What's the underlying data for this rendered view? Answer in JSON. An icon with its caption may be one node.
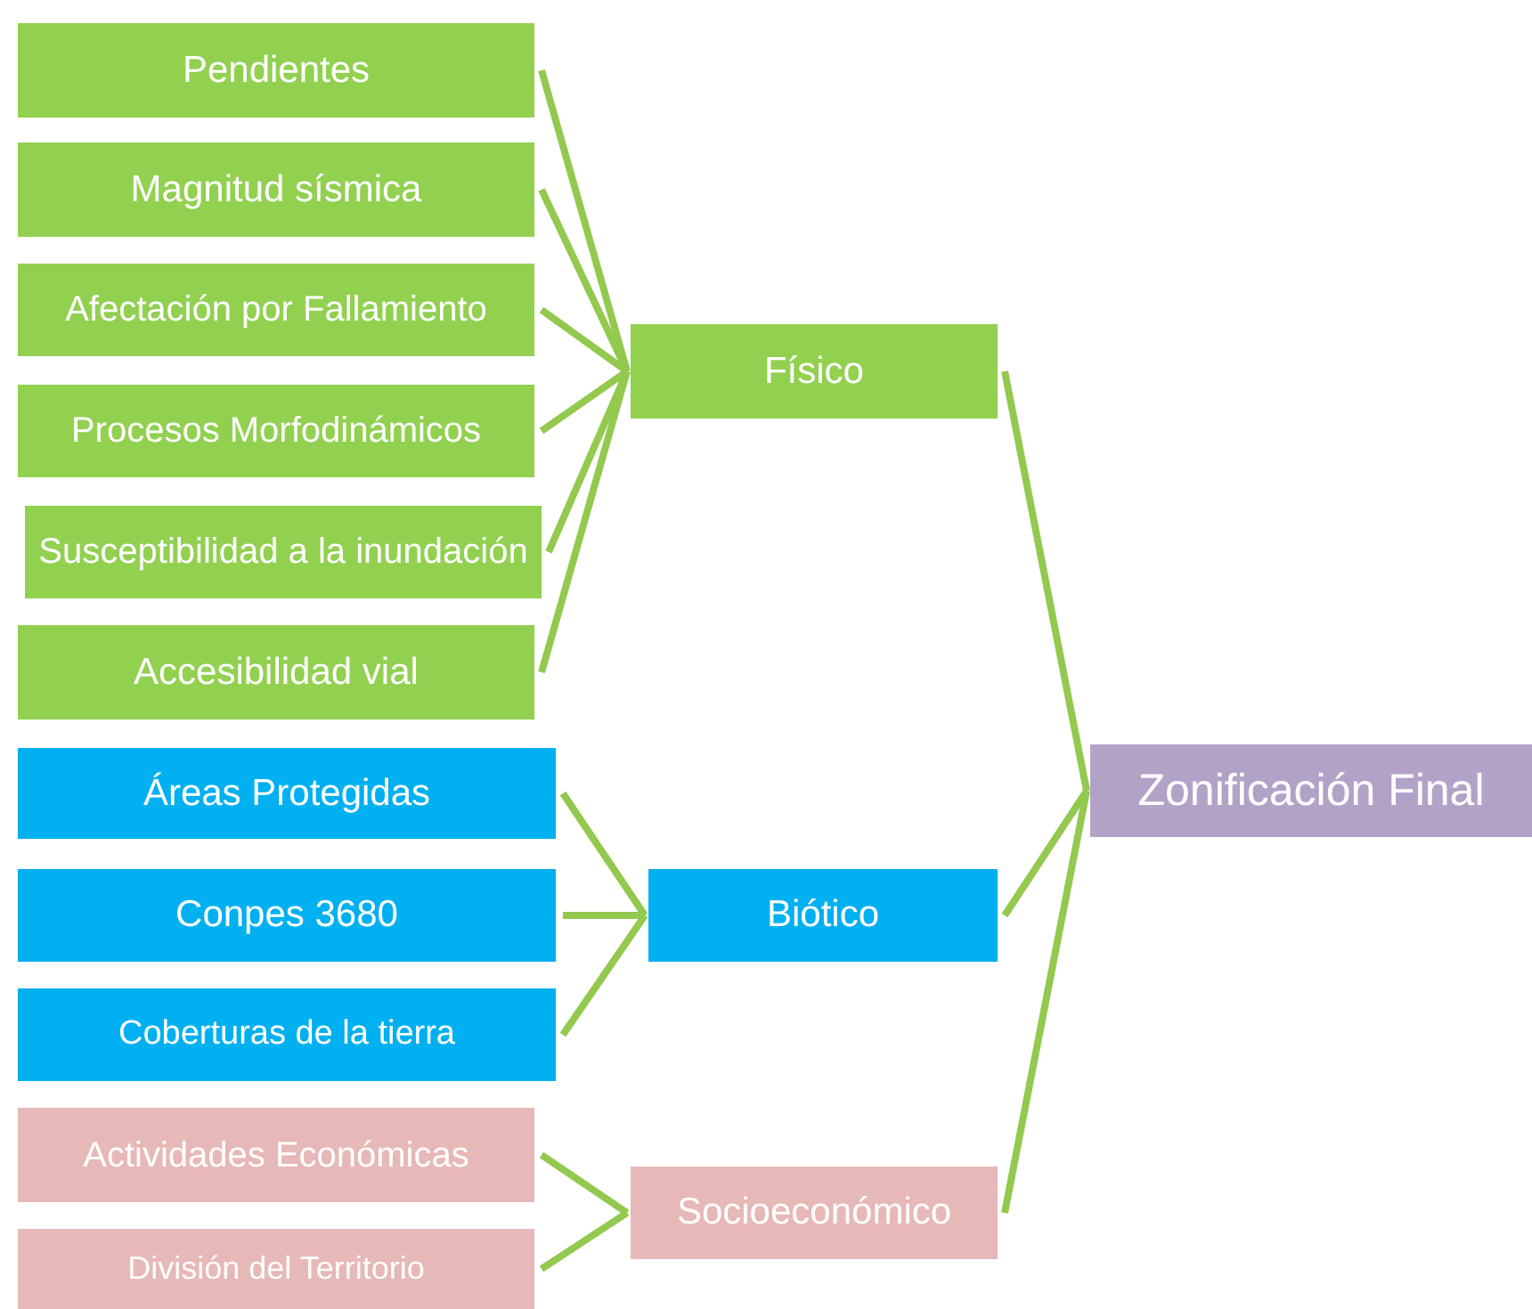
{
  "diagram": {
    "nodes": [
      {
        "text": [
          "Pendientes"
        ]
      },
      {
        "text": [
          "Magnitud sísmica"
        ]
      },
      {
        "text": [
          "Afectación por Fallamiento"
        ]
      },
      {
        "text": [
          "Procesos Morfodinámicos"
        ]
      },
      {
        "text": [
          "Susceptibilidad a la inundación"
        ]
      },
      {
        "text": [
          "Accesibilidad vial"
        ]
      },
      {
        "text": [
          "Físico"
        ]
      },
      {
        "text": [
          "Áreas Protegidas"
        ]
      },
      {
        "text": [
          "Conpes 3680"
        ]
      },
      {
        "text": [
          "Coberturas de la tierra"
        ]
      },
      {
        "text": [
          "Biótico"
        ]
      },
      {
        "text": [
          "Actividades Económicas"
        ]
      },
      {
        "text": [
          "División del Territorio"
        ]
      },
      {
        "text": [
          "Socioeconómico"
        ]
      },
      {
        "text": [
          "Zonificación Final"
        ]
      }
    ],
    "edges": [
      {
        "from": 0,
        "to": 6,
        "arrow": "none"
      },
      {
        "from": 1,
        "to": 6,
        "arrow": "none"
      },
      {
        "from": 2,
        "to": 6,
        "arrow": "none"
      },
      {
        "from": 3,
        "to": 6,
        "arrow": "none"
      },
      {
        "from": 4,
        "to": 6,
        "arrow": "none"
      },
      {
        "from": 5,
        "to": 6,
        "arrow": "none"
      },
      {
        "from": 7,
        "to": 10,
        "arrow": "none"
      },
      {
        "from": 8,
        "to": 10,
        "arrow": "none"
      },
      {
        "from": 9,
        "to": 10,
        "arrow": "none"
      },
      {
        "from": 11,
        "to": 13,
        "arrow": "none"
      },
      {
        "from": 12,
        "to": 13,
        "arrow": "none"
      },
      {
        "from": 6,
        "to": 14,
        "arrow": "none"
      },
      {
        "from": 10,
        "to": 14,
        "arrow": "none"
      },
      {
        "from": 13,
        "to": 14,
        "arrow": "none"
      }
    ]
  }
}
